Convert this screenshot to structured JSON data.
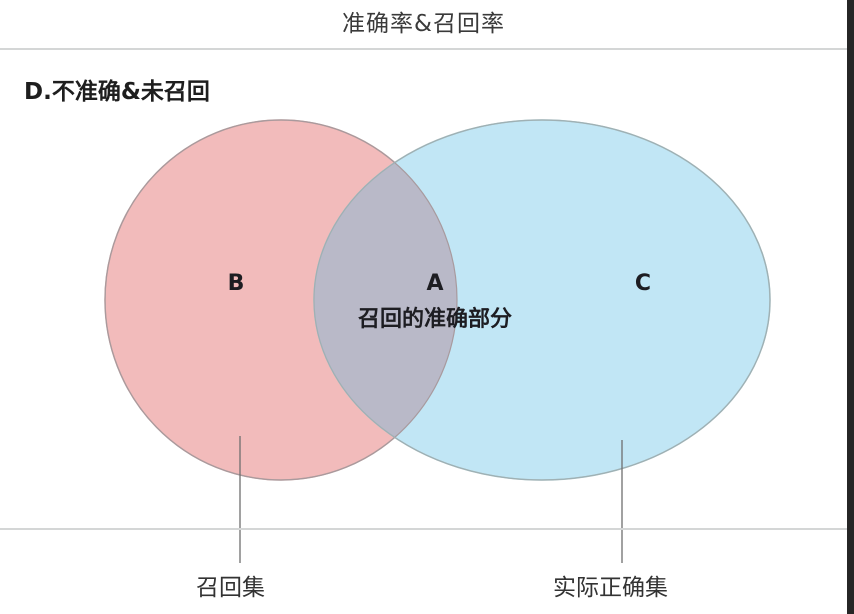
{
  "title": "准确率&召回率",
  "heading": "D.不准确&未召回",
  "venn": {
    "left_set": {
      "region_label": "B",
      "caption": "召回集",
      "fill": "#f2bbbb",
      "stroke": "#c9a49e"
    },
    "right_set": {
      "region_label": "C",
      "caption": "实际正确集",
      "fill": "#c1e6f5",
      "stroke": "#a8c2c4"
    },
    "intersection": {
      "region_label": "A",
      "description": "召回的准确部分",
      "fill": "#b9b9c8"
    }
  },
  "colors": {
    "rule": "#d4d6d6",
    "leader_line": "#6e6e6e",
    "edge_strip": "#262626"
  }
}
